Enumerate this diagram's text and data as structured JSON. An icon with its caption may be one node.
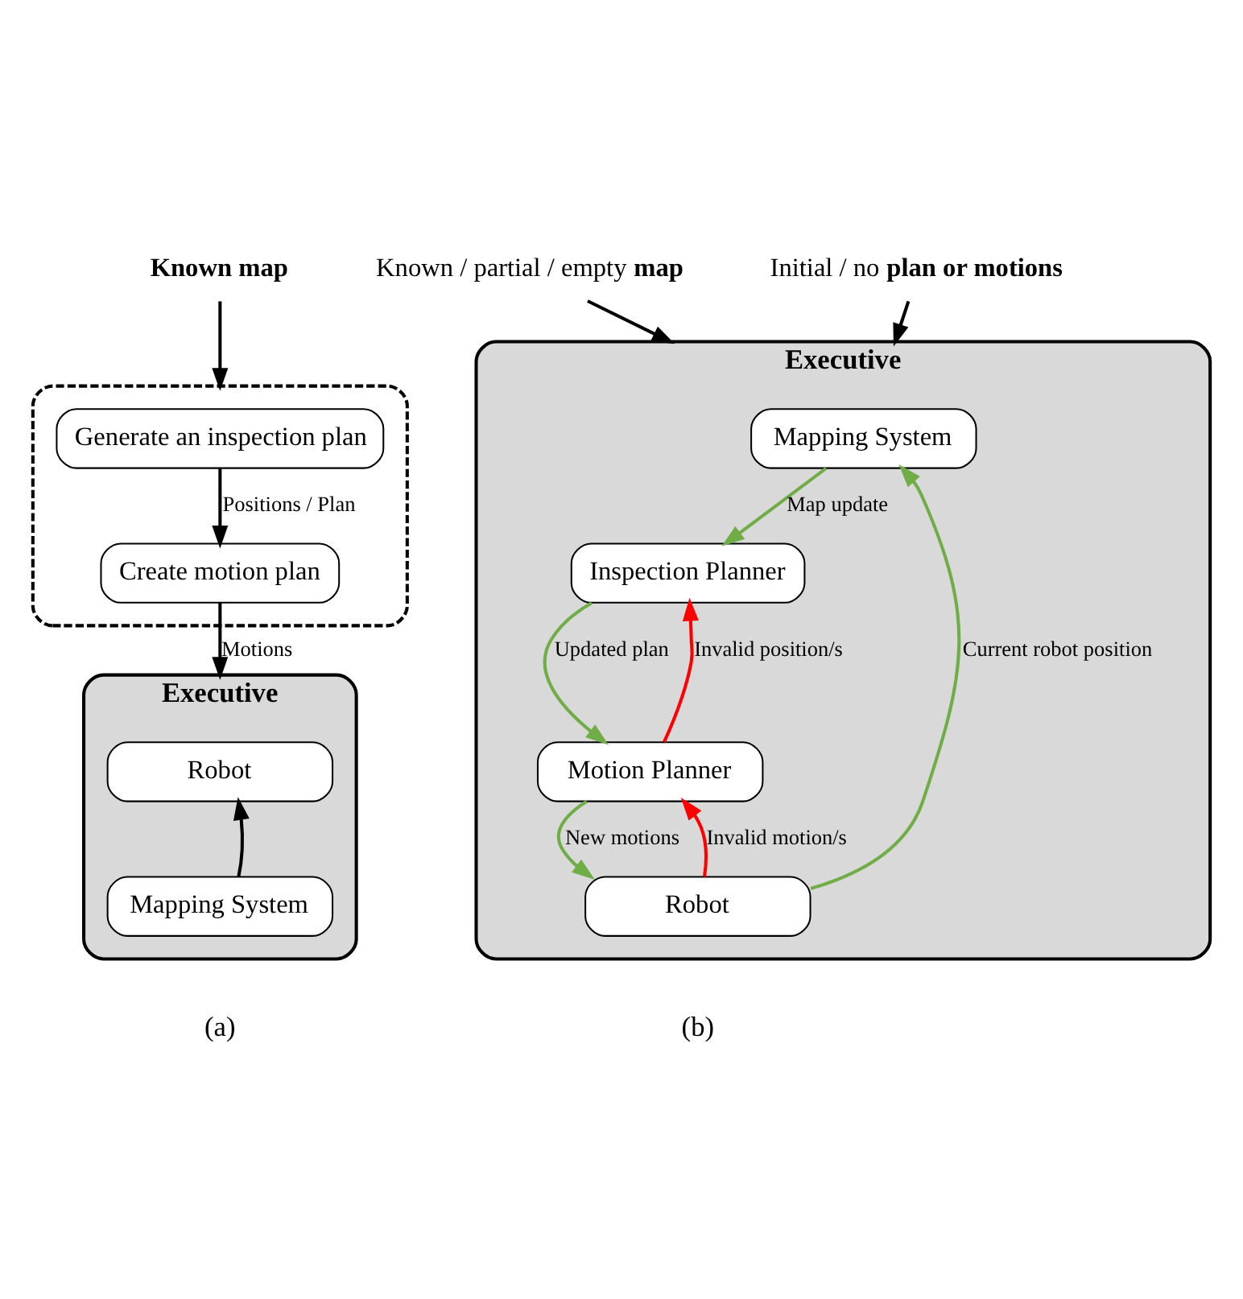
{
  "diagram": {
    "nodes": [
      {
        "text": [
          "Known map"
        ]
      },
      {
        "text": [],
        "shape": "box"
      },
      {
        "text": [
          "Generate an inspection plan"
        ],
        "in": 1
      },
      {
        "text": [
          "Create motion plan"
        ],
        "in": 1
      },
      {
        "text": [
          "Executive"
        ]
      },
      {
        "text": [
          "Robot"
        ],
        "in": 4
      },
      {
        "text": [
          "Mapping System"
        ],
        "in": 4
      },
      {
        "text": [
          "Known / partial / empty **map**"
        ]
      },
      {
        "text": [
          "Initial / no **plan or motions**"
        ]
      },
      {
        "text": [
          "Executive"
        ]
      },
      {
        "text": [
          "Mapping System"
        ],
        "in": 9
      },
      {
        "text": [
          "Inspection Planner"
        ],
        "in": 9
      },
      {
        "text": [
          "Motion Planner"
        ],
        "in": 9
      },
      {
        "text": [
          "Robot"
        ],
        "in": 9
      }
    ],
    "edges": [
      {
        "from": 0,
        "to": 1,
        "arrow": "to"
      },
      {
        "from": 2,
        "to": 3,
        "arrow": "to",
        "label": "Positions / Plan"
      },
      {
        "from": 3,
        "to": 4,
        "arrow": "to",
        "label": "Motions"
      },
      {
        "from": 6,
        "to": 5,
        "arrow": "to"
      },
      {
        "from": 7,
        "to": 9,
        "arrow": "to"
      },
      {
        "from": 8,
        "to": 9,
        "arrow": "to"
      },
      {
        "from": 10,
        "to": 11,
        "arrow": "to",
        "label": "Map update",
        "color": "#70ad47"
      },
      {
        "from": 11,
        "to": 12,
        "arrow": "to",
        "label": "Updated plan",
        "color": "#70ad47"
      },
      {
        "from": 12,
        "to": 11,
        "arrow": "to",
        "label": "Invalid position/s",
        "color": "#ff0000"
      },
      {
        "from": 12,
        "to": 13,
        "arrow": "to",
        "label": "New motions",
        "color": "#70ad47"
      },
      {
        "from": 13,
        "to": 12,
        "arrow": "to",
        "label": "Invalid motion/s",
        "color": "#ff0000"
      },
      {
        "from": 13,
        "to": 10,
        "arrow": "to",
        "label": "Current robot position",
        "color": "#70ad47"
      }
    ],
    "labels": [
      "(a)",
      "(b)"
    ]
  }
}
